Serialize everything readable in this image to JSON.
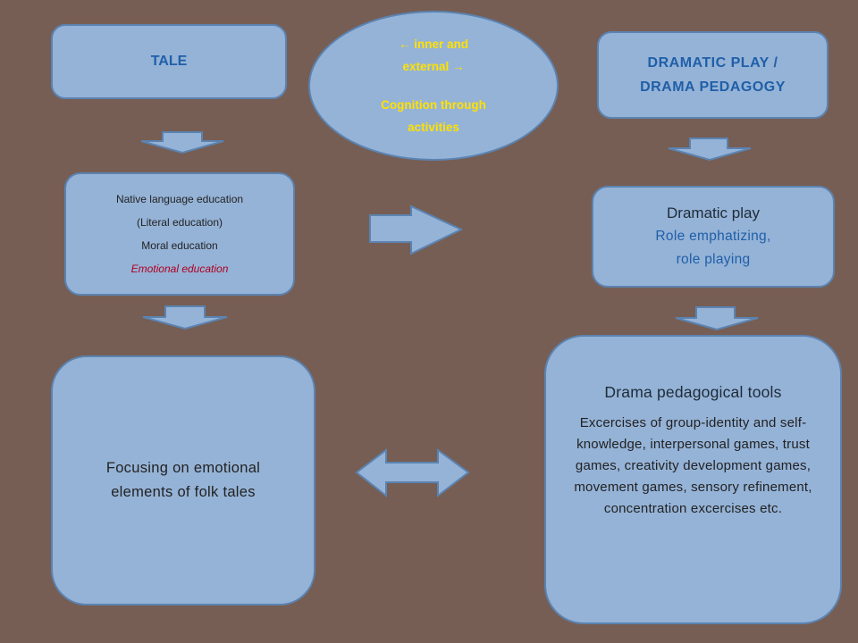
{
  "tale": {
    "title": "TALE"
  },
  "dramatic_play_header": {
    "line1": "DRAMATIC PLAY /",
    "line2": "DRAMA PEDAGOGY"
  },
  "cognition": {
    "line1": "← inner and",
    "line2": "external →",
    "line3": "Cognition through",
    "line4": "activities"
  },
  "native": {
    "line1": "Native language education",
    "line2": "(Literal education)",
    "line3": "Moral education",
    "line4": "Emotional education"
  },
  "dramatic_play": {
    "title": "Dramatic play",
    "line1": "Role emphatizing,",
    "line2": "role playing"
  },
  "focus": {
    "line1": "Focusing on emotional",
    "line2": "elements of folk tales"
  },
  "tools": {
    "title": "Drama pedagogical tools",
    "body": "Excercises of group-identity and self-knowledge, interpersonal games, trust games, creativity development games, movement games, sensory refinement, concentration excercises etc."
  },
  "colors": {
    "background": "#765e54",
    "box_fill": "#95b3d7",
    "box_border": "#5b83b1",
    "heading_blue": "#1f5fa8",
    "highlight_yellow": "#ffe100",
    "emotional_red": "#b00020"
  }
}
